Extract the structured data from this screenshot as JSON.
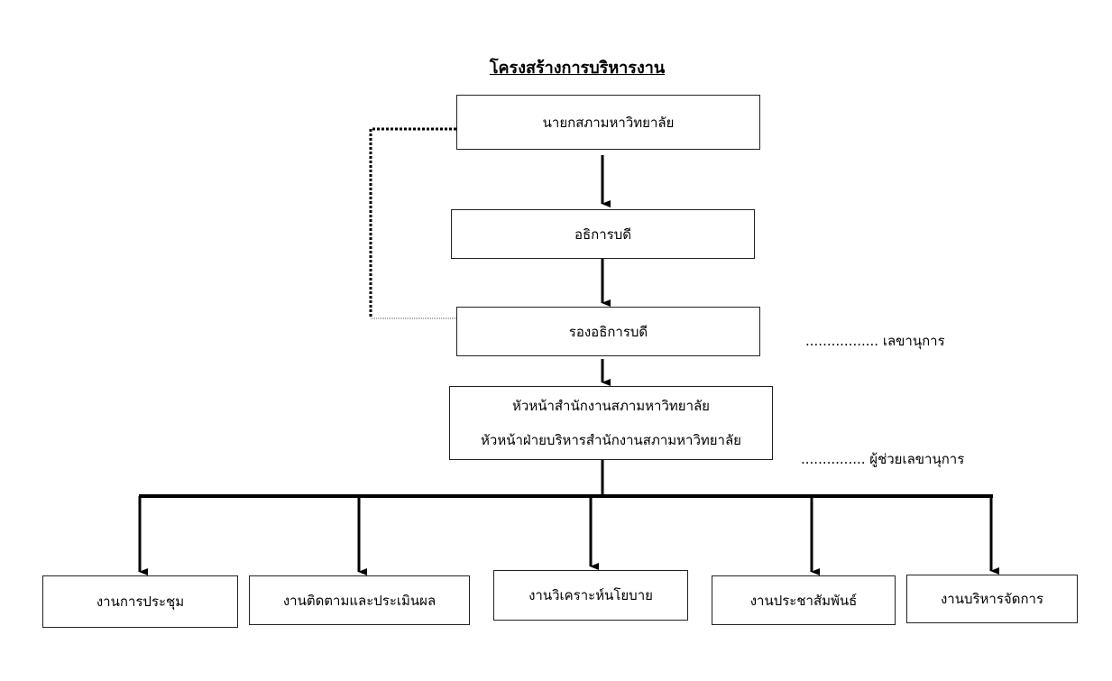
{
  "title": "โครงสร้างการบริหารงาน",
  "nodes": {
    "president_of_council": "นายกสภามหาวิทยาลัย",
    "rector": "อธิการบดี",
    "vice_rector": "รองอธิการบดี",
    "office_head_1": "หัวหน้าสำนักงานสภามหาวิทยาลัย",
    "office_head_2": "หัวหน้าฝ่ายบริหารสำนักงานสภามหาวิทยาลัย"
  },
  "notes": {
    "secretary": "................. เลขานุการ",
    "assistant_secretary": "............... ผู้ช่วยเลขานุการ"
  },
  "units": [
    "งานการประชุม",
    "งานติดตามและประเมินผล",
    "งานวิเคราะห์นโยบาย",
    "งานประชาสัมพันธ์",
    "งานบริหารจัดการ"
  ]
}
